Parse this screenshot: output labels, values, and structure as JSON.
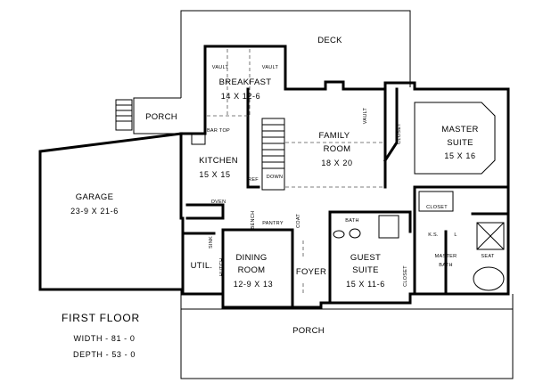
{
  "rooms": {
    "deck": "DECK",
    "vault_left": "VAULT",
    "vault_right": "VAULT",
    "breakfast": "BREAKFAST",
    "breakfast_size": "14 X 12-6",
    "porch_side": "PORCH",
    "bar_top": "BAR TOP",
    "kitchen": "KITCHEN",
    "kitchen_size": "15 X 15",
    "oven": "OVEN",
    "ref": "REF",
    "down": "DOWN",
    "family_1": "FAMILY",
    "family_2": "ROOM",
    "family_size": "18 X 20",
    "vault_family": "VAULT",
    "closet_family": "CLOSET",
    "master_1": "MASTER",
    "master_2": "SUITE",
    "master_size": "15 X 16",
    "garage": "GARAGE",
    "garage_size": "23-9 X 21-6",
    "pantry": "PANTRY",
    "bench": "BENCH",
    "coat": "COAT",
    "bath": "BATH",
    "closet_master": "CLOSET",
    "ks": "K.S.",
    "l": "L",
    "master_bath_1": "MASTER",
    "master_bath_2": "BATH",
    "seat": "SEAT",
    "util": "UTIL.",
    "hutch": "HUTCH",
    "sink": "SINK",
    "dining_1": "DINING",
    "dining_2": "ROOM",
    "dining_size": "12-9 X 13",
    "foyer": "FOYER",
    "guest_1": "GUEST",
    "guest_2": "SUITE",
    "guest_size": "15 X 11-6",
    "closet_guest": "CLOSET",
    "porch_front": "PORCH"
  },
  "legend": {
    "title": "FIRST FLOOR",
    "width": "WIDTH - 81 - 0",
    "depth": "DEPTH - 53 - 0"
  }
}
